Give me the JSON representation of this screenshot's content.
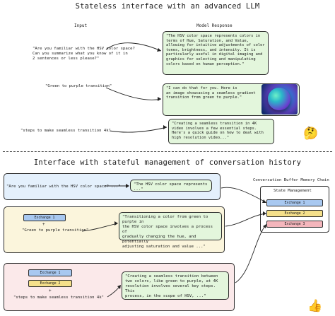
{
  "top": {
    "title": "Stateless interface with an advanced LLM",
    "input_header": "Input",
    "response_header": "Model Response",
    "rows": [
      {
        "prompt": "\"Are you familiar with the HSV color space?\nCan you summarize what you know of it in\n2 sentences or less please?\"",
        "response": "\"The HSV color space represents colors in\nterms of Hue, Saturation, and Value,\nallowing for intuitive adjustments of color\ntones, brightness, and intensity. It is\nparticularly useful in digital imaging and\ngraphics for selecting and manipulating\ncolors based on human perception.\""
      },
      {
        "prompt": "\"Green to purple transition\"",
        "response": "\"I can do that for you. Here is\nan image showcasing a seamless gradient\ntransition from green to purple.\""
      },
      {
        "prompt": "\"steps to make seamless transition 4k\"",
        "response": "\"Creating a seamless transition in 4K\nvideo involves a few essential steps.\nHere's a quick guide on how to deal with\nhigh resolution video...\""
      }
    ]
  },
  "bottom": {
    "title": "Interface with stateful management of conversation history",
    "memory_label": "Conversation Buffer Memory Chain",
    "state_label": "State Management",
    "exchanges": [
      "Exchange 1",
      "Exchange 2",
      "Exchange 3"
    ],
    "rows": [
      {
        "prompt": "\"Are you familiar with the HSV color space? ...\"",
        "response": "\"The HSV color space represents ...\""
      },
      {
        "prompt": "\"Green to purple transition\"",
        "response": "\"Transitioning a color from green to purple in\nthe HSV color space involves a process of\ngradually changing the hue, and potentially\nadjusting saturation and value ...\""
      },
      {
        "prompt": "\"steps to make seamless transition 4k\"",
        "response": "\"Creating a seamless transition between\ntwo colors, like green to purple, at 4K\nresolution involves several key steps. This\nprocess, in the scope of HSV, ...\""
      }
    ],
    "plus": "+"
  },
  "colors": {
    "response_bg": "#e3f6dc",
    "band_blue": "#e4f0fc",
    "band_yellow": "#fbf5dc",
    "band_pink": "#fbe9ea",
    "pill_blue": "#a8c8f0",
    "pill_yellow": "#f5e08a",
    "pill_pink": "#f4b6bc"
  },
  "icons": [
    "gradient-sphere-image",
    "thinking-emoji-icon",
    "thumbs-up-icon"
  ]
}
